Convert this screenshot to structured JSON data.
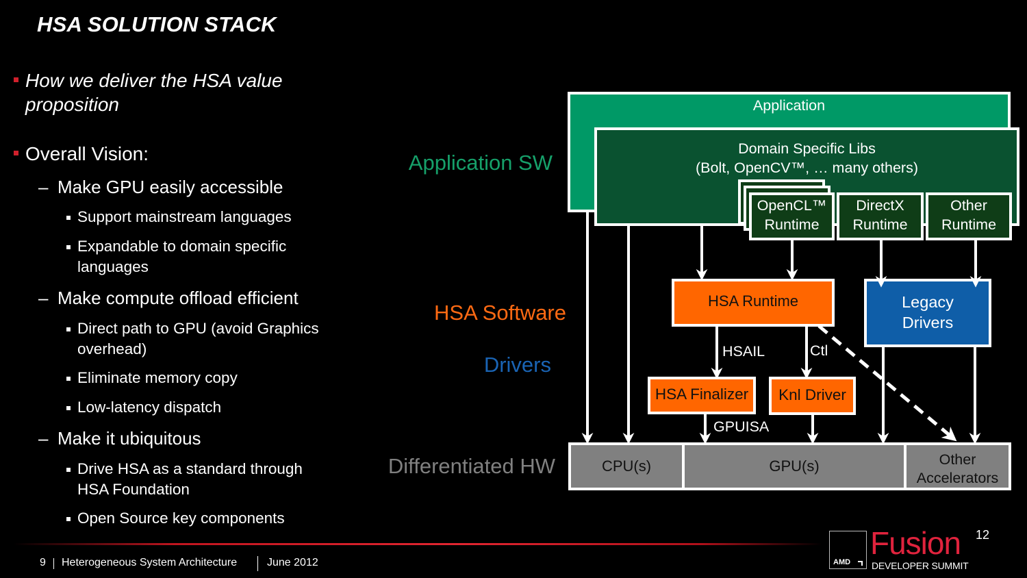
{
  "slide": {
    "title": "HSA SOLUTION STACK",
    "bullets": {
      "b1": "How we deliver the HSA value proposition",
      "b1_line1": "How we deliver the HSA value",
      "b1_line2": "proposition",
      "b2": "Overall Vision:",
      "sub1": {
        "label": "Make GPU easily accessible",
        "items": [
          "Support mainstream languages",
          "Expandable to domain specific",
          "languages"
        ]
      },
      "sub2": {
        "label": "Make compute offload efficient",
        "items": [
          "Direct path to GPU (avoid Graphics",
          "overhead)",
          "Eliminate memory copy",
          "Low-latency dispatch"
        ]
      },
      "sub3": {
        "label": "Make it ubiquitous",
        "items": [
          "Drive HSA as a standard through",
          "HSA Foundation",
          "Open Source key components"
        ]
      }
    }
  },
  "diagram": {
    "layer_labels": {
      "app_sw": "Application SW",
      "hsa_sw": "HSA Software",
      "drivers": "Drivers",
      "hw": "Differentiated HW"
    },
    "layer_colors": {
      "app_sw": "#16a06a",
      "hsa_sw": "#ff6a13",
      "drivers": "#1a64b4",
      "hw": "#808080"
    },
    "boxes": {
      "application": "Application",
      "dsl_line1": "Domain Specific Libs",
      "dsl_line2": "(Bolt, OpenCV™, … many others)",
      "opencl_line1": "OpenCL™",
      "opencl_line2": "Runtime",
      "directx_line1": "DirectX",
      "directx_line2": "Runtime",
      "other_rt_line1": "Other",
      "other_rt_line2": "Runtime",
      "hsa_runtime": "HSA Runtime",
      "legacy_line1": "Legacy",
      "legacy_line2": "Drivers",
      "hsa_finalizer": "HSA Finalizer",
      "knl_driver": "Knl Driver",
      "cpu": "CPU(s)",
      "gpu": "GPU(s)",
      "other_acc_line1": "Other",
      "other_acc_line2": "Accelerators"
    },
    "flow_labels": {
      "hsail": "HSAIL",
      "ctl": "Ctl",
      "gpuisa": "GPUISA"
    }
  },
  "footer": {
    "page_number": "9",
    "title": "Heterogeneous System Architecture",
    "date": "June 2012",
    "logo": {
      "brand": "AMD",
      "product": "Fusion",
      "superscript": "12",
      "subtitle": "DEVELOPER SUMMIT",
      "product_color": "#e0233d"
    }
  }
}
